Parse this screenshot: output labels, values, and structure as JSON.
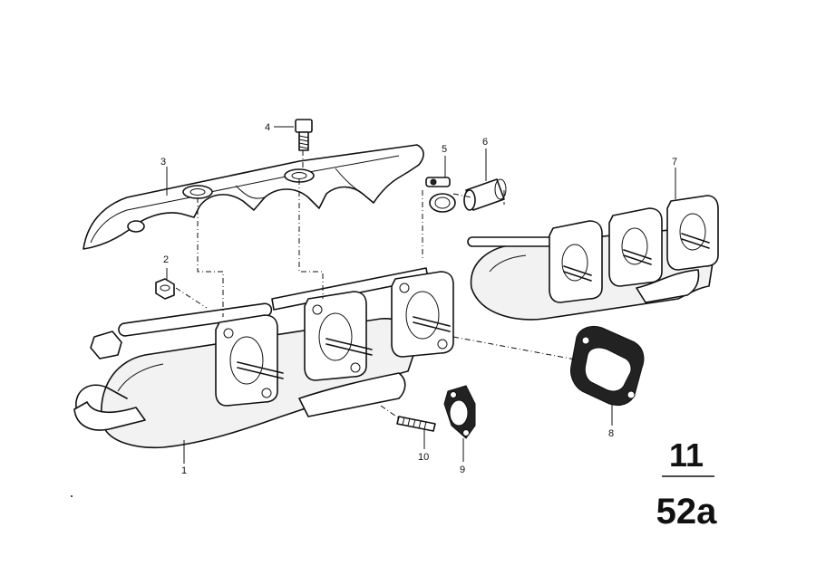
{
  "callouts": {
    "c1": "1",
    "c2": "2",
    "c3": "3",
    "c4": "4",
    "c5": "5",
    "c6": "6",
    "c7": "7",
    "c8": "8",
    "c9": "9",
    "c10": "10"
  },
  "page_ref": {
    "group": "11",
    "sheet": "52a"
  }
}
